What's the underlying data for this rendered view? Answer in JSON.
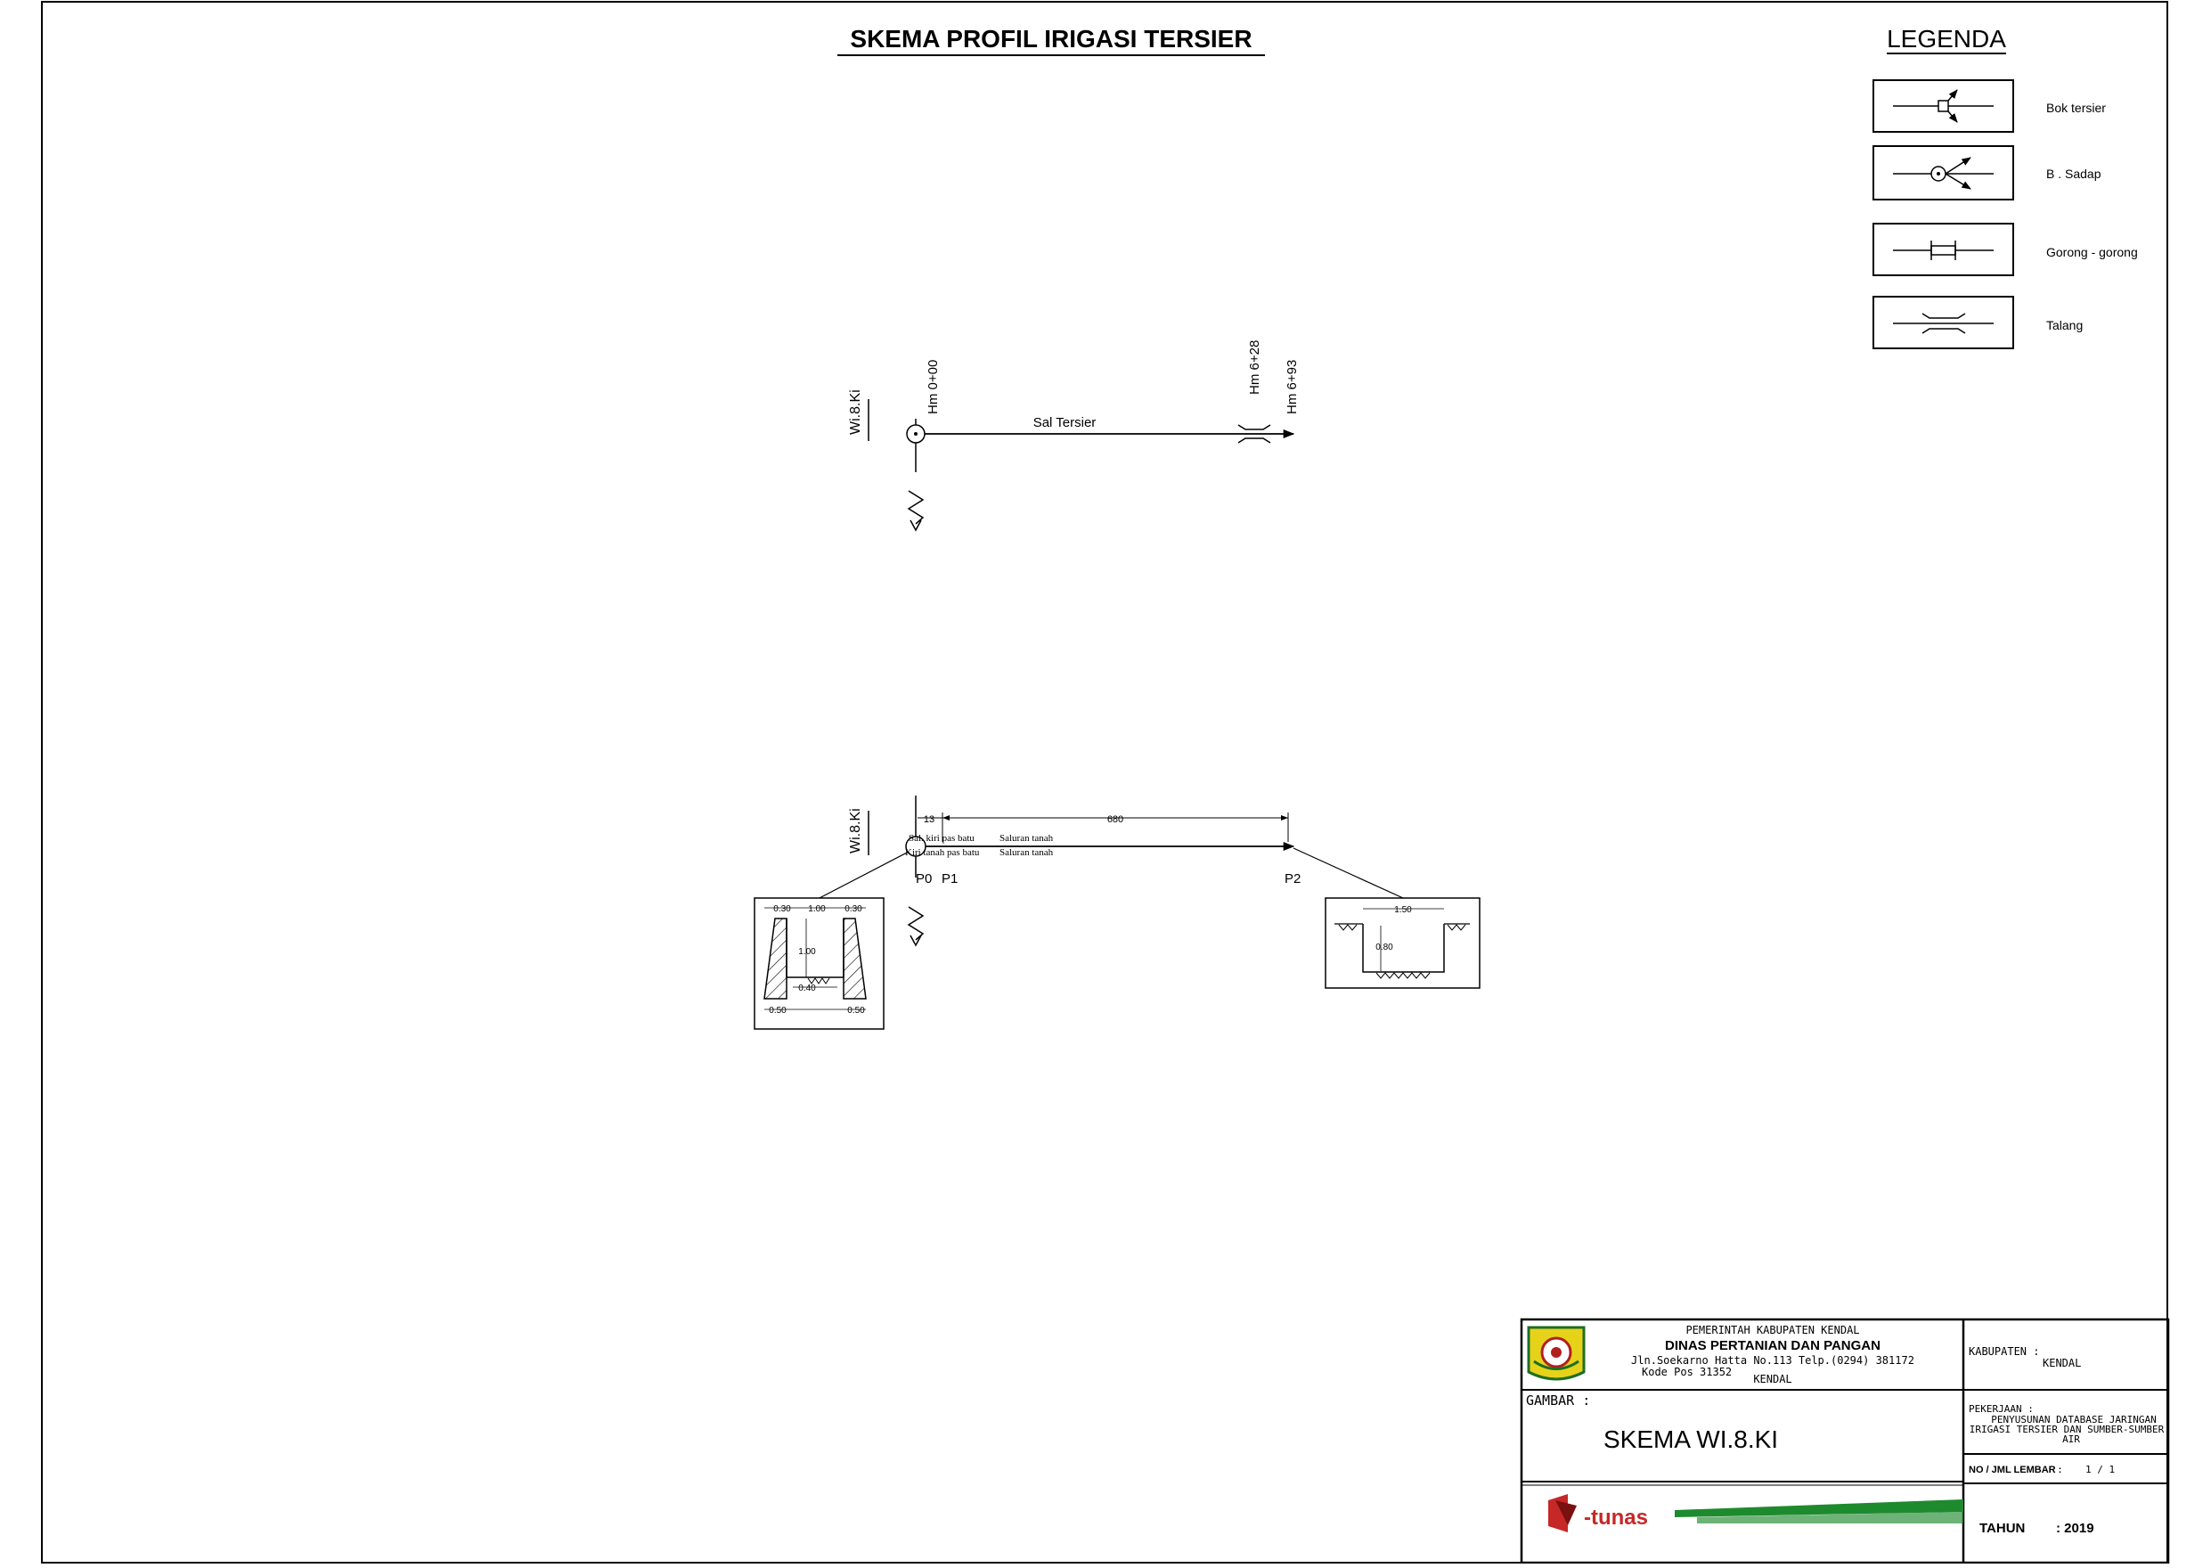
{
  "title": "SKEMA PROFIL IRIGASI TERSIER",
  "legend": {
    "heading": "LEGENDA",
    "items": [
      {
        "symbol": "bok-tersier-symbol",
        "label": "Bok tersier"
      },
      {
        "symbol": "bangunan-sadap-symbol",
        "label": "B . Sadap"
      },
      {
        "symbol": "gorong-gorong-symbol",
        "label": "Gorong - gorong"
      },
      {
        "symbol": "talang-symbol",
        "label": "Talang"
      }
    ]
  },
  "schema": {
    "origin_label": "Wi.8.Ki",
    "channel_label": "Sal Tersier",
    "stations": [
      "Hm 0+00",
      "Hm 6+28",
      "Hm 6+93"
    ]
  },
  "profile": {
    "origin_label": "Wi.8.Ki",
    "dim_left": "13",
    "dim_main": "680",
    "left_notes": [
      "Sal. kiri pas batu",
      "Kiri tanah pas batu"
    ],
    "right_notes": [
      "Saluran tanah",
      "Saluran tanah"
    ],
    "points": [
      "P0",
      "P1",
      "P2"
    ],
    "section_left": {
      "top_left": "0.30",
      "top_mid": "1.00",
      "top_right": "0.30",
      "height": "1.00",
      "bottom_mid": "0.40",
      "bottom_left": "0.50",
      "bottom_right": "0.50"
    },
    "section_right": {
      "width": "1.50",
      "depth": "0.80"
    }
  },
  "title_block": {
    "gov": "PEMERINTAH KABUPATEN KENDAL",
    "agency": "DINAS PERTANIAN DAN PANGAN",
    "address": "Jln.Soekarno Hatta No.113 Telp.(0294) 381172",
    "postcode": "Kode Pos 31352",
    "city": "KENDAL",
    "kabupaten_label": "KABUPATEN :",
    "kabupaten_value": "KENDAL",
    "gambar_label": "GAMBAR :",
    "gambar_value": "SKEMA WI.8.KI",
    "pekerjaan_label": "PEKERJAAN :",
    "pekerjaan_lines": [
      "PENYUSUNAN DATABASE JARINGAN",
      "IRIGASI TERSIER DAN SUMBER-SUMBER",
      "AIR"
    ],
    "lembar_label": "NO / JML LEMBAR :",
    "lembar_value": "1 / 1",
    "tahun_label": "TAHUN",
    "tahun_value": ": 2019",
    "brand": "-tunas",
    "accent_green": "#1e8a2e"
  }
}
